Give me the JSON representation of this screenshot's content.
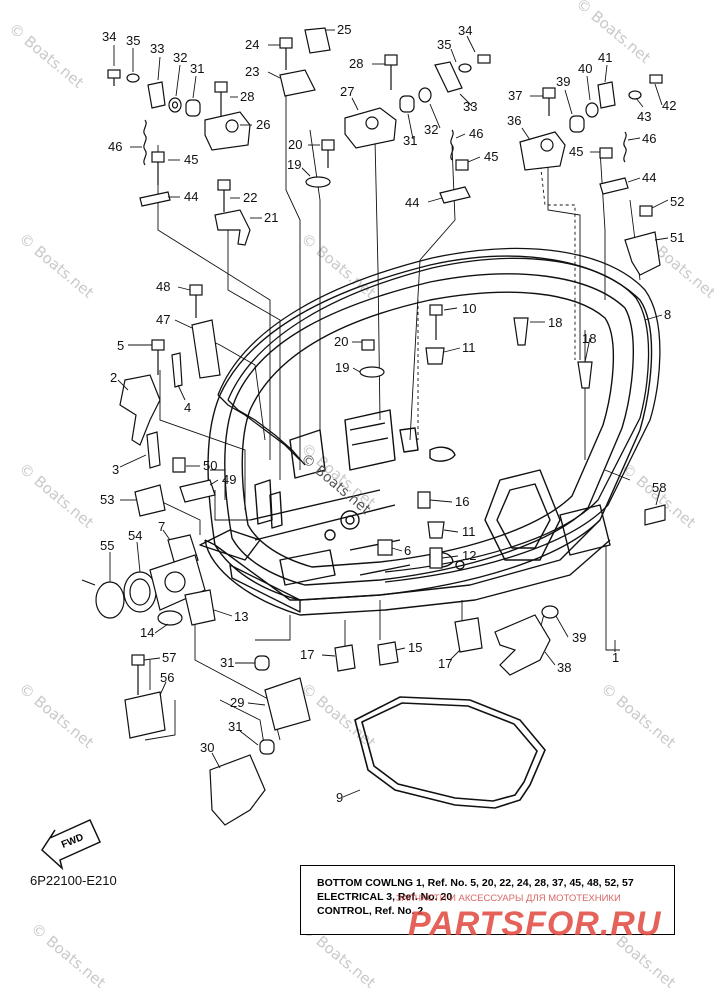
{
  "watermark_text": "© Boats.net",
  "catalog_code": "6P22100-E210",
  "fwd_label": "FWD",
  "reference_box": {
    "line1": "BOTTOM COWLNG 1, Ref. No. 5, 20, 22, 24, 28, 37, 45, 48, 52, 57",
    "line2": "ELECTRICAL 3, Ref. No. 20",
    "line3": "CONTROL,  Ref. No. 2"
  },
  "shop_overlay": {
    "tagline": "ЗАПЧАСТИ И АКСЕССУАРЫ ДЛЯ МОТОТЕХНИКИ",
    "logo": "PARTSFOR.RU"
  },
  "colors": {
    "line": "#111111",
    "watermark": "#c9c9c9",
    "shop_red": "#e0473d"
  },
  "callouts": [
    {
      "id": "c34a",
      "label": "34"
    },
    {
      "id": "c35a",
      "label": "35"
    },
    {
      "id": "c33a",
      "label": "33"
    },
    {
      "id": "c32a",
      "label": "32"
    },
    {
      "id": "c31a",
      "label": "31"
    },
    {
      "id": "c28a",
      "label": "28"
    },
    {
      "id": "c26",
      "label": "26"
    },
    {
      "id": "c46a",
      "label": "46"
    },
    {
      "id": "c45a",
      "label": "45"
    },
    {
      "id": "c44a",
      "label": "44"
    },
    {
      "id": "c22",
      "label": "22"
    },
    {
      "id": "c21",
      "label": "21"
    },
    {
      "id": "c24",
      "label": "24"
    },
    {
      "id": "c25",
      "label": "25"
    },
    {
      "id": "c23",
      "label": "23"
    },
    {
      "id": "c28b",
      "label": "28"
    },
    {
      "id": "c27",
      "label": "27"
    },
    {
      "id": "c20a",
      "label": "20"
    },
    {
      "id": "c19a",
      "label": "19"
    },
    {
      "id": "c34b",
      "label": "34"
    },
    {
      "id": "c35b",
      "label": "35"
    },
    {
      "id": "c33b",
      "label": "33"
    },
    {
      "id": "c32b",
      "label": "32"
    },
    {
      "id": "c31b",
      "label": "31"
    },
    {
      "id": "c46b",
      "label": "46"
    },
    {
      "id": "c45b",
      "label": "45"
    },
    {
      "id": "c44b",
      "label": "44"
    },
    {
      "id": "c41",
      "label": "41"
    },
    {
      "id": "c37",
      "label": "37"
    },
    {
      "id": "c39a",
      "label": "39"
    },
    {
      "id": "c40",
      "label": "40"
    },
    {
      "id": "c43",
      "label": "43"
    },
    {
      "id": "c42",
      "label": "42"
    },
    {
      "id": "c36",
      "label": "36"
    },
    {
      "id": "c46c",
      "label": "46"
    },
    {
      "id": "c45c",
      "label": "45"
    },
    {
      "id": "c44c",
      "label": "44"
    },
    {
      "id": "c52",
      "label": "52"
    },
    {
      "id": "c51",
      "label": "51"
    },
    {
      "id": "c48",
      "label": "48"
    },
    {
      "id": "c47",
      "label": "47"
    },
    {
      "id": "c10",
      "label": "10"
    },
    {
      "id": "c18a",
      "label": "18"
    },
    {
      "id": "c8",
      "label": "8"
    },
    {
      "id": "c5",
      "label": "5"
    },
    {
      "id": "c20b",
      "label": "20"
    },
    {
      "id": "c11a",
      "label": "11"
    },
    {
      "id": "c18b",
      "label": "18"
    },
    {
      "id": "c19b",
      "label": "19"
    },
    {
      "id": "c2",
      "label": "2"
    },
    {
      "id": "c4",
      "label": "4"
    },
    {
      "id": "c3",
      "label": "3"
    },
    {
      "id": "c50",
      "label": "50"
    },
    {
      "id": "c49",
      "label": "49"
    },
    {
      "id": "c53",
      "label": "53"
    },
    {
      "id": "c16",
      "label": "16"
    },
    {
      "id": "c58",
      "label": "58"
    },
    {
      "id": "c7",
      "label": "7"
    },
    {
      "id": "c11b",
      "label": "11"
    },
    {
      "id": "c6",
      "label": "6"
    },
    {
      "id": "c12",
      "label": "12"
    },
    {
      "id": "c55",
      "label": "55"
    },
    {
      "id": "c54",
      "label": "54"
    },
    {
      "id": "c13",
      "label": "13"
    },
    {
      "id": "c14",
      "label": "14"
    },
    {
      "id": "c39b",
      "label": "39"
    },
    {
      "id": "c15",
      "label": "15"
    },
    {
      "id": "c17a",
      "label": "17"
    },
    {
      "id": "c17b",
      "label": "17"
    },
    {
      "id": "c38",
      "label": "38"
    },
    {
      "id": "c1",
      "label": "1"
    },
    {
      "id": "c57",
      "label": "57"
    },
    {
      "id": "c56",
      "label": "56"
    },
    {
      "id": "c31c",
      "label": "31"
    },
    {
      "id": "c29",
      "label": "29"
    },
    {
      "id": "c31d",
      "label": "31"
    },
    {
      "id": "c30",
      "label": "30"
    },
    {
      "id": "c9",
      "label": "9"
    }
  ]
}
